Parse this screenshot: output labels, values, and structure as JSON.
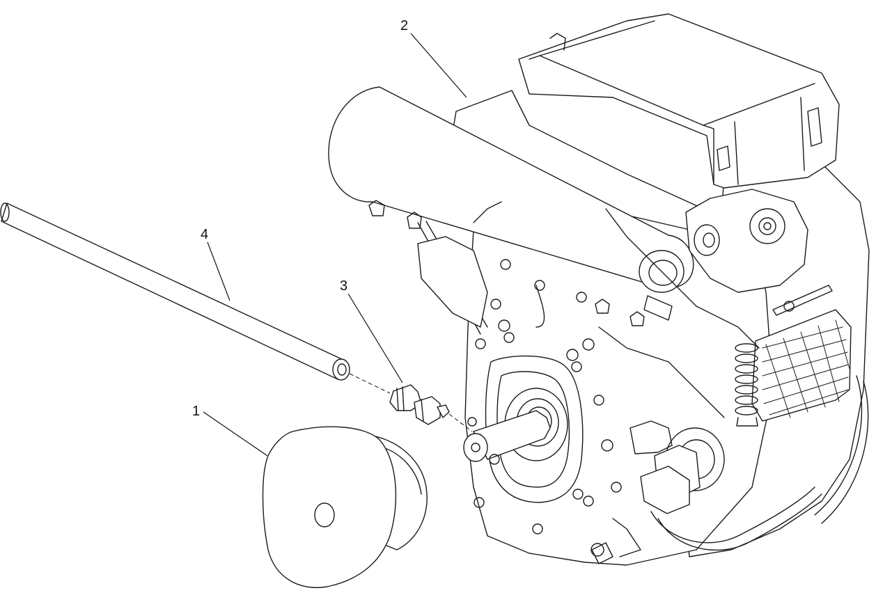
{
  "diagram": {
    "callouts": [
      {
        "id": "1",
        "label": "1"
      },
      {
        "id": "2",
        "label": "2"
      },
      {
        "id": "3",
        "label": "3"
      },
      {
        "id": "4",
        "label": "4"
      }
    ],
    "stroke_color": "#1a1a1a",
    "background_color": "#ffffff"
  }
}
